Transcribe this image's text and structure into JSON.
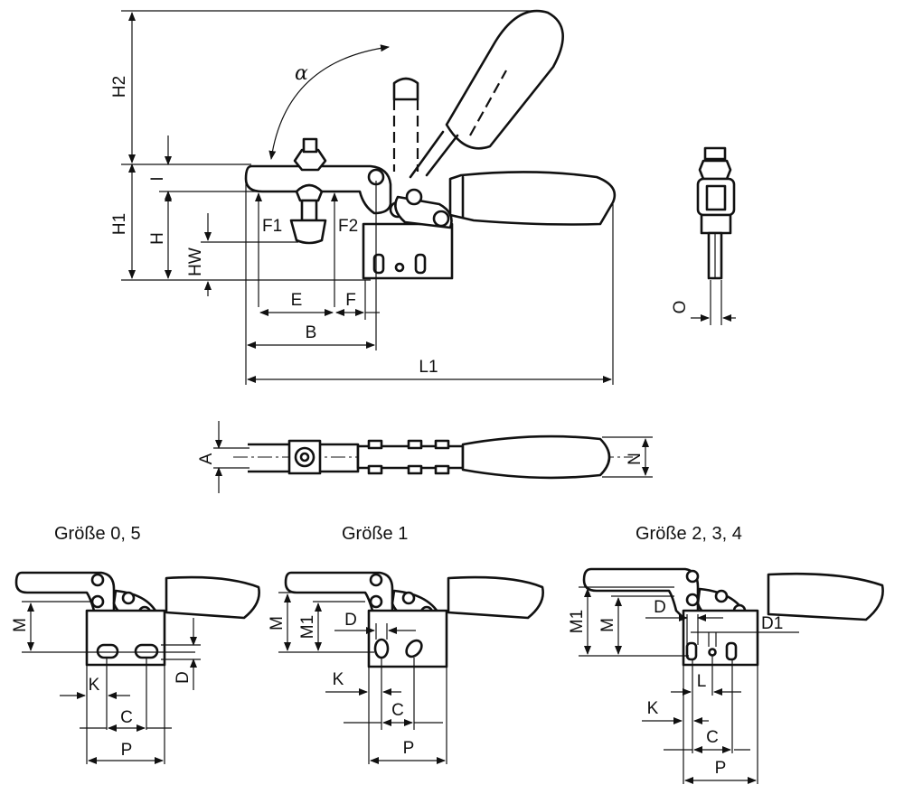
{
  "dimensions": {
    "H2": "H2",
    "H1": "H1",
    "H": "H",
    "I": "I",
    "HW": "HW",
    "alpha": "α",
    "F1": "F1",
    "F2": "F2",
    "E": "E",
    "F": "F",
    "B": "B",
    "L1": "L1",
    "O": "O",
    "A": "A",
    "N": "N"
  },
  "variants": {
    "size05": {
      "title": "Größe 0, 5",
      "labels": {
        "M": "M",
        "D": "D",
        "K": "K",
        "C": "C",
        "P": "P"
      }
    },
    "size1": {
      "title": "Größe 1",
      "labels": {
        "M": "M",
        "M1": "M1",
        "D": "D",
        "K": "K",
        "C": "C",
        "P": "P"
      }
    },
    "size234": {
      "title": "Größe 2, 3, 4",
      "labels": {
        "M1": "M1",
        "M": "M",
        "D": "D",
        "D1": "D1",
        "L": "L",
        "K": "K",
        "C": "C",
        "P": "P"
      }
    }
  }
}
